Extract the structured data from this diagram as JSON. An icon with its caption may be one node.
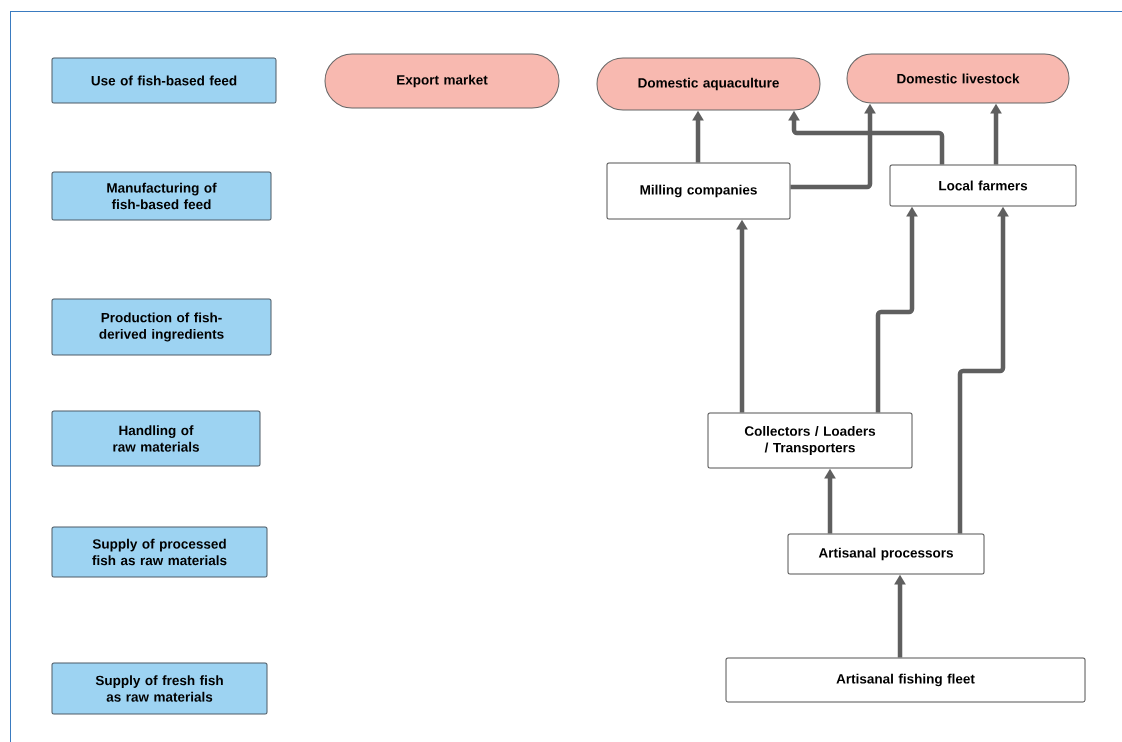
{
  "diagram": {
    "nodes": [
      {
        "text": [
          "Use of fish-based feed"
        ]
      },
      {
        "text": [
          "Manufacturing of fish-based feed"
        ]
      },
      {
        "text": [
          "Production of fish-derived ingredients"
        ]
      },
      {
        "text": [
          "Handling of raw materials"
        ]
      },
      {
        "text": [
          "Supply of processed fish as raw materials"
        ]
      },
      {
        "text": [
          "Supply of fresh fish as raw materials"
        ]
      },
      {
        "text": [
          "Export market"
        ]
      },
      {
        "text": [
          "Domestic aquaculture"
        ]
      },
      {
        "text": [
          "Domestic livestock"
        ]
      },
      {
        "text": [
          "Milling companies"
        ]
      },
      {
        "text": [
          "Local farmers"
        ]
      },
      {
        "text": [
          "Collectors / Loaders / Transporters"
        ]
      },
      {
        "text": [
          "Artisanal processors"
        ]
      },
      {
        "text": [
          "Artisanal fishing fleet"
        ]
      }
    ],
    "edges": [
      {
        "from": 9,
        "to": 7,
        "arrow": "to"
      },
      {
        "from": 9,
        "to": 8,
        "arrow": "to"
      },
      {
        "from": 10,
        "to": 7,
        "arrow": "to"
      },
      {
        "from": 10,
        "to": 8,
        "arrow": "to"
      },
      {
        "from": 11,
        "to": 9,
        "arrow": "to"
      },
      {
        "from": 11,
        "to": 10,
        "arrow": "to"
      },
      {
        "from": 12,
        "to": 11,
        "arrow": "to"
      },
      {
        "from": 12,
        "to": 10,
        "arrow": "to"
      },
      {
        "from": 13,
        "to": 12,
        "arrow": "to"
      }
    ]
  }
}
